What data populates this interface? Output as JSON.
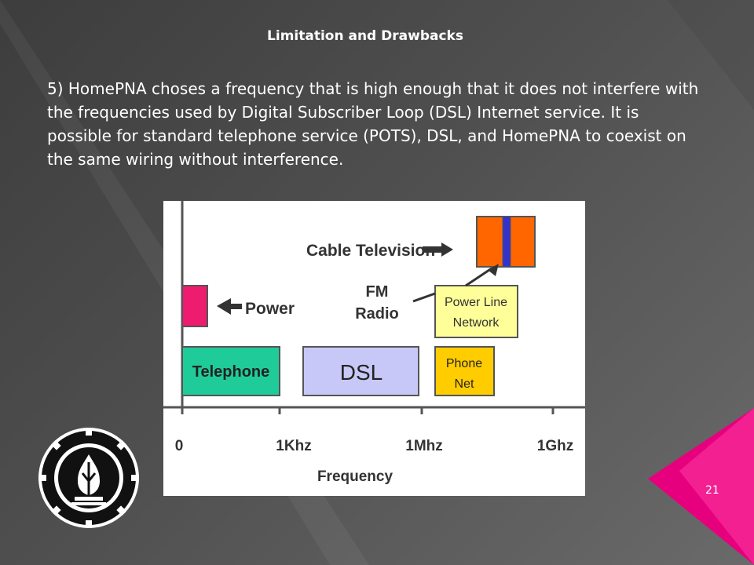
{
  "slide": {
    "title": "Limitation and Drawbacks",
    "body": "5) HomePNA choses a frequency that is high enough that it does not interfere with the frequencies used by Digital Subscriber Loop (DSL) Internet service. It is possible for standard telephone service (POTS), DSL, and HomePNA to coexist on the same wiring without interference.",
    "number": "21"
  },
  "figure": {
    "labels": {
      "cable_tv": "Cable Television",
      "power": "Power",
      "fm_line1": "FM",
      "fm_line2": "Radio",
      "power_line_1": "Power Line",
      "power_line_2": "Network",
      "telephone": "Telephone",
      "dsl": "DSL",
      "phone_net_1": "Phone",
      "phone_net_2": "Net"
    },
    "axis": {
      "ticks": [
        "0",
        "1Khz",
        "1Mhz",
        "1Ghz"
      ],
      "xlabel": "Frequency"
    },
    "colors": {
      "telephone": "#1fcc99",
      "dsl": "#c8c8f8",
      "phone_net": "#ffcc00",
      "power_line": "#ffff99",
      "power": "#ee1c6e",
      "cable_tv": "#ff6600",
      "cable_tv_band": "#3333cc"
    }
  },
  "theme": {
    "accent": "#e6007e",
    "background": "#4a4a4a"
  }
}
